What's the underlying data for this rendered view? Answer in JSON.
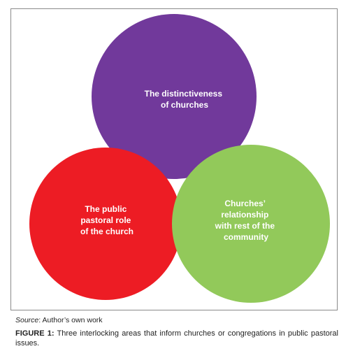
{
  "diagram": {
    "circles": [
      {
        "id": "distinctiveness",
        "lines": [
          "The distinctiveness",
          "of churches"
        ],
        "color": "#71399b"
      },
      {
        "id": "public-pastoral",
        "lines": [
          "The public",
          "pastoral role",
          "of the church"
        ],
        "color": "#ed1c24"
      },
      {
        "id": "community",
        "lines": [
          "Churches’",
          "relationship",
          "with rest of the",
          "community"
        ],
        "color": "#92c95a"
      }
    ]
  },
  "source": {
    "label": "Source",
    "separator": ": ",
    "text": "Author’s own work"
  },
  "caption": {
    "label": "FIGURE 1:",
    "text": " Three interlocking areas that inform churches or congregations in public pastoral issues."
  }
}
